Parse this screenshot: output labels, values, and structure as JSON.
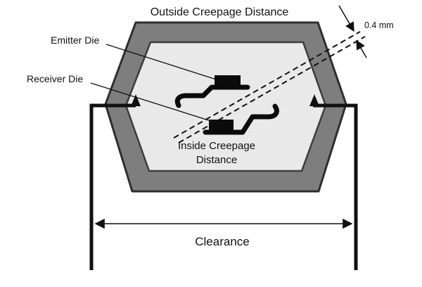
{
  "diagram": {
    "outside_creepage_label": "Outside Creepage Distance",
    "emitter_die_label": "Emitter Die",
    "receiver_die_label": "Receiver Die",
    "inside_creepage_line1": "Inside Creepage",
    "inside_creepage_line2": "Distance",
    "clearance_label": "Clearance",
    "gap_label": "0.4 mm",
    "colors": {
      "shell_fill": "#7e7e7e",
      "shell_stroke": "#2e2e2e",
      "cavity_fill": "#e9e9e9",
      "cavity_stroke": "#3c3c3c",
      "ink": "#111111",
      "background": "#ffffff"
    }
  }
}
